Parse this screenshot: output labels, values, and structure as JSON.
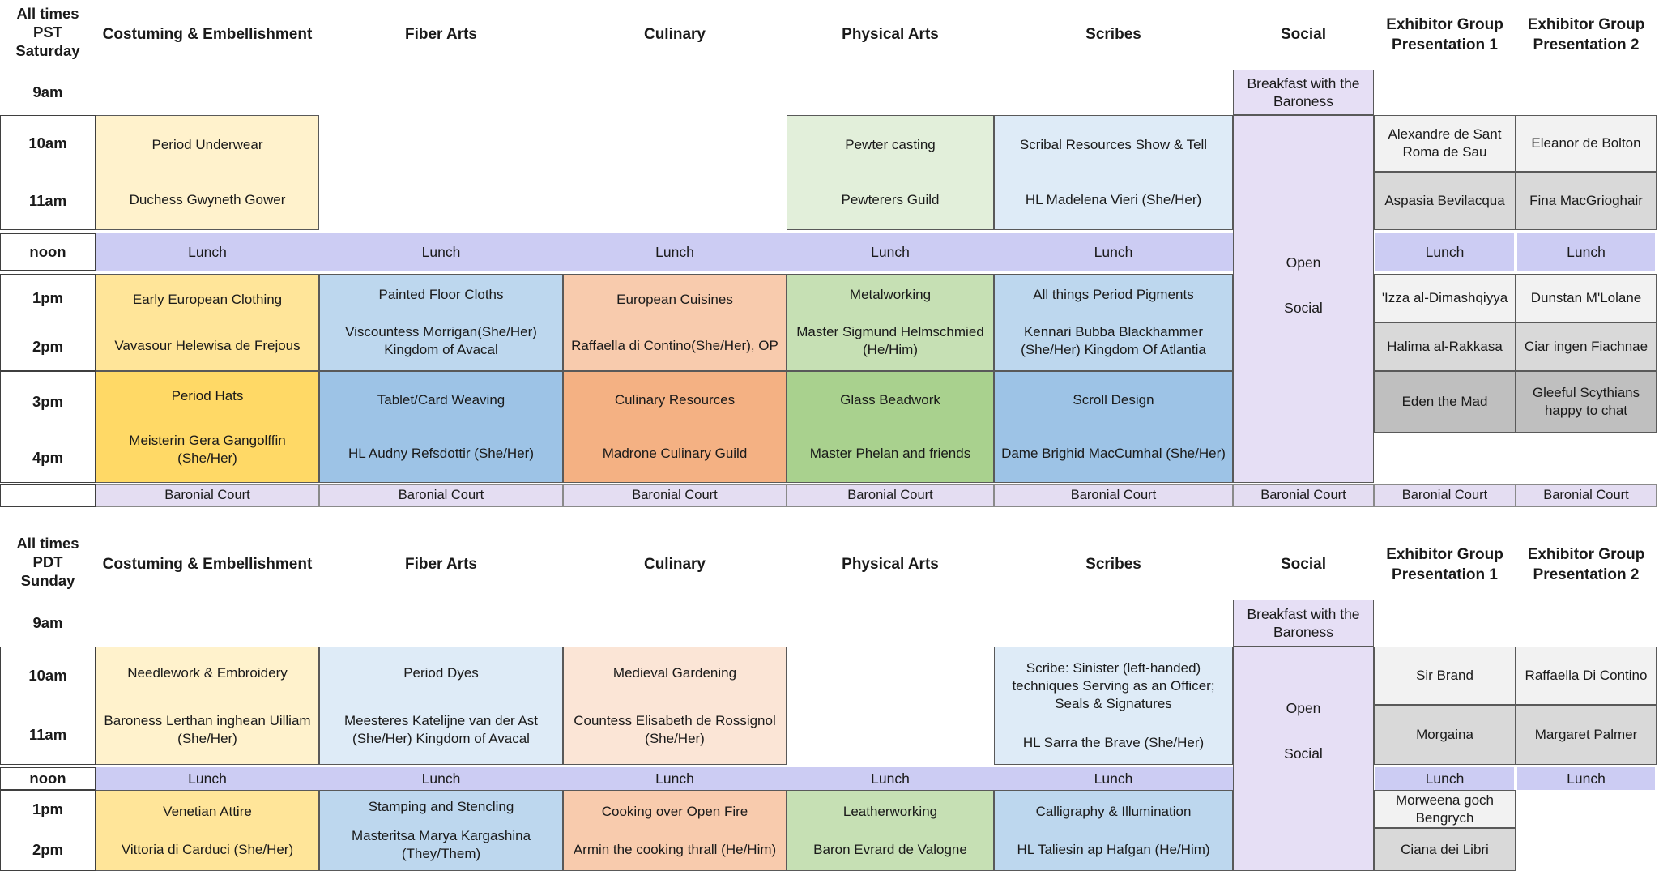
{
  "colors": {
    "lunch": "#CCCCF3",
    "social": "#E6DFF5",
    "baronial_court": "#E4DDF2",
    "exhibitor_row1": "#F2F2F2",
    "exhibitor_row2": "#D9D9D9",
    "exhibitor_row3": "#BFBFBF"
  },
  "days": [
    {
      "time_note": [
        "All times",
        "PST",
        "Saturday"
      ],
      "times": [
        "9am",
        "10am",
        "11am",
        "noon",
        "1pm",
        "2pm",
        "3pm",
        "4pm"
      ],
      "columns": [
        "Costuming & Embellishment",
        "Fiber Arts",
        "Culinary",
        "Physical Arts",
        "Scribes",
        "Social",
        "Exhibitor Group Presentation 1",
        "Exhibitor Group Presentation 2"
      ],
      "events": [
        {
          "kind": "class",
          "col": 1,
          "rows": [
            "10am",
            "11am"
          ],
          "bg": "#FFF2CC",
          "lines": [
            "Period Underwear",
            "Duchess Gwyneth Gower"
          ]
        },
        {
          "kind": "class",
          "col": 4,
          "rows": [
            "10am",
            "11am"
          ],
          "bg": "#E2EFDA",
          "lines": [
            "Pewter casting",
            "Pewterers Guild"
          ]
        },
        {
          "kind": "class",
          "col": 5,
          "rows": [
            "10am",
            "11am"
          ],
          "bg": "#DEEBF7",
          "lines": [
            "Scribal Resources Show & Tell",
            "HL Madelena Vieri (She/Her)"
          ]
        },
        {
          "kind": "breakfast",
          "col": 6,
          "rows": [
            "9am"
          ],
          "bg": "#E6DFF5",
          "lines": [
            "Breakfast with the Baroness"
          ]
        },
        {
          "kind": "social",
          "col": 6,
          "rows": [
            "10am",
            "4pm"
          ],
          "bg": "#E6DFF5",
          "lines": [
            "Open",
            "Social"
          ]
        },
        {
          "kind": "exhibitor",
          "col": 7,
          "rows": [
            "10am"
          ],
          "bg": "#F2F2F2",
          "lines": [
            "Alexandre de Sant Roma de Sau"
          ]
        },
        {
          "kind": "exhibitor",
          "col": 8,
          "rows": [
            "10am"
          ],
          "bg": "#F2F2F2",
          "lines": [
            "Eleanor de Bolton"
          ]
        },
        {
          "kind": "exhibitor",
          "col": 7,
          "rows": [
            "11am"
          ],
          "bg": "#D9D9D9",
          "lines": [
            "Aspasia Bevilacqua"
          ]
        },
        {
          "kind": "exhibitor",
          "col": 8,
          "rows": [
            "11am"
          ],
          "bg": "#D9D9D9",
          "lines": [
            "Fina MacGrioghair"
          ]
        },
        {
          "kind": "lunch",
          "col": 1,
          "rows": [
            "noon"
          ],
          "bg": "#CCCCF3",
          "lines": [
            "Lunch"
          ]
        },
        {
          "kind": "lunch",
          "col": 2,
          "rows": [
            "noon"
          ],
          "bg": "#CCCCF3",
          "lines": [
            "Lunch"
          ]
        },
        {
          "kind": "lunch",
          "col": 3,
          "rows": [
            "noon"
          ],
          "bg": "#CCCCF3",
          "lines": [
            "Lunch"
          ]
        },
        {
          "kind": "lunch",
          "col": 4,
          "rows": [
            "noon"
          ],
          "bg": "#CCCCF3",
          "lines": [
            "Lunch"
          ]
        },
        {
          "kind": "lunch",
          "col": 5,
          "rows": [
            "noon"
          ],
          "bg": "#CCCCF3",
          "lines": [
            "Lunch"
          ]
        },
        {
          "kind": "lunch",
          "col": 7,
          "rows": [
            "noon"
          ],
          "bg": "#CCCCF3",
          "lines": [
            "Lunch"
          ]
        },
        {
          "kind": "lunch",
          "col": 8,
          "rows": [
            "noon"
          ],
          "bg": "#CCCCF3",
          "lines": [
            "Lunch"
          ]
        },
        {
          "kind": "class",
          "col": 1,
          "rows": [
            "1pm",
            "2pm"
          ],
          "bg": "#FFE599",
          "lines": [
            "Early European Clothing",
            "Vavasour Helewisa de Frejous"
          ]
        },
        {
          "kind": "class",
          "col": 2,
          "rows": [
            "1pm",
            "2pm"
          ],
          "bg": "#BDD7EE",
          "lines": [
            "Painted Floor Cloths",
            "Viscountess Morrigan(She/Her) Kingdom of Avacal"
          ]
        },
        {
          "kind": "class",
          "col": 3,
          "rows": [
            "1pm",
            "2pm"
          ],
          "bg": "#F8CBAD",
          "lines": [
            "European Cuisines",
            "Raffaella di Contino(She/Her), OP"
          ]
        },
        {
          "kind": "class",
          "col": 4,
          "rows": [
            "1pm",
            "2pm"
          ],
          "bg": "#C6E0B4",
          "lines": [
            "Metalworking",
            "Master Sigmund Helmschmied (He/Him)"
          ]
        },
        {
          "kind": "class",
          "col": 5,
          "rows": [
            "1pm",
            "2pm"
          ],
          "bg": "#BDD7EE",
          "lines": [
            "All things Period Pigments",
            "Kennari Bubba Blackhammer (She/Her) Kingdom Of Atlantia"
          ]
        },
        {
          "kind": "exhibitor",
          "col": 7,
          "rows": [
            "1pm"
          ],
          "bg": "#F2F2F2",
          "lines": [
            "'Izza al-Dimashqiyya"
          ]
        },
        {
          "kind": "exhibitor",
          "col": 8,
          "rows": [
            "1pm"
          ],
          "bg": "#F2F2F2",
          "lines": [
            "Dunstan M'Lolane"
          ]
        },
        {
          "kind": "exhibitor",
          "col": 7,
          "rows": [
            "2pm"
          ],
          "bg": "#D9D9D9",
          "lines": [
            "Halima al-Rakkasa"
          ]
        },
        {
          "kind": "exhibitor",
          "col": 8,
          "rows": [
            "2pm"
          ],
          "bg": "#D9D9D9",
          "lines": [
            "Ciar ingen Fiachnae"
          ]
        },
        {
          "kind": "class",
          "col": 1,
          "rows": [
            "3pm",
            "4pm"
          ],
          "bg": "#FFD966",
          "lines": [
            "Period Hats",
            "Meisterin Gera Gangolffin (She/Her)"
          ]
        },
        {
          "kind": "class",
          "col": 2,
          "rows": [
            "3pm",
            "4pm"
          ],
          "bg": "#9DC3E6",
          "lines": [
            "Tablet/Card Weaving",
            "HL Audny Refsdottir (She/Her)"
          ]
        },
        {
          "kind": "class",
          "col": 3,
          "rows": [
            "3pm",
            "4pm"
          ],
          "bg": "#F4B183",
          "lines": [
            "Culinary Resources",
            "Madrone Culinary Guild"
          ]
        },
        {
          "kind": "class",
          "col": 4,
          "rows": [
            "3pm",
            "4pm"
          ],
          "bg": "#A9D18E",
          "lines": [
            "Glass Beadwork",
            "Master Phelan and friends"
          ]
        },
        {
          "kind": "class",
          "col": 5,
          "rows": [
            "3pm",
            "4pm"
          ],
          "bg": "#9DC3E6",
          "lines": [
            "Scroll Design",
            "Dame Brighid MacCumhal (She/Her)"
          ]
        },
        {
          "kind": "exhibitor",
          "col": 7,
          "rows": [
            "3pm"
          ],
          "bg": "#BFBFBF",
          "lines": [
            "Eden the Mad"
          ]
        },
        {
          "kind": "exhibitor",
          "col": 8,
          "rows": [
            "3pm"
          ],
          "bg": "#BFBFBF",
          "lines": [
            "Gleeful Scythians happy to chat"
          ]
        },
        {
          "kind": "court",
          "col": 1,
          "rows": [
            "baronial"
          ],
          "bg": "#E4DDF2",
          "lines": [
            "Baronial Court"
          ]
        },
        {
          "kind": "court",
          "col": 2,
          "rows": [
            "baronial"
          ],
          "bg": "#E4DDF2",
          "lines": [
            "Baronial Court"
          ]
        },
        {
          "kind": "court",
          "col": 3,
          "rows": [
            "baronial"
          ],
          "bg": "#E4DDF2",
          "lines": [
            "Baronial Court"
          ]
        },
        {
          "kind": "court",
          "col": 4,
          "rows": [
            "baronial"
          ],
          "bg": "#E4DDF2",
          "lines": [
            "Baronial Court"
          ]
        },
        {
          "kind": "court",
          "col": 5,
          "rows": [
            "baronial"
          ],
          "bg": "#E4DDF2",
          "lines": [
            "Baronial Court"
          ]
        },
        {
          "kind": "court",
          "col": 6,
          "rows": [
            "baronial"
          ],
          "bg": "#E4DDF2",
          "lines": [
            "Baronial Court"
          ]
        },
        {
          "kind": "court",
          "col": 7,
          "rows": [
            "baronial"
          ],
          "bg": "#E4DDF2",
          "lines": [
            "Baronial Court"
          ]
        },
        {
          "kind": "court",
          "col": 8,
          "rows": [
            "baronial"
          ],
          "bg": "#E4DDF2",
          "lines": [
            "Baronial Court"
          ]
        }
      ]
    },
    {
      "time_note": [
        "All times",
        "PDT",
        "Sunday"
      ],
      "times": [
        "9am",
        "10am",
        "11am",
        "noon",
        "1pm",
        "2pm"
      ],
      "columns": [
        "Costuming & Embellishment",
        "Fiber Arts",
        "Culinary",
        "Physical Arts",
        "Scribes",
        "Social",
        "Exhibitor Group Presentation 1",
        "Exhibitor Group Presentation 2"
      ],
      "events": [
        {
          "kind": "class",
          "col": 1,
          "rows": [
            "10am",
            "11am"
          ],
          "bg": "#FFF2CC",
          "lines": [
            "Needlework & Embroidery",
            "Baroness Lerthan inghean Uilliam (She/Her)"
          ]
        },
        {
          "kind": "class",
          "col": 2,
          "rows": [
            "10am",
            "11am"
          ],
          "bg": "#DEEBF7",
          "lines": [
            "Period Dyes",
            "Meesteres Katelijne van der Ast (She/Her) Kingdom of Avacal"
          ]
        },
        {
          "kind": "class",
          "col": 3,
          "rows": [
            "10am",
            "11am"
          ],
          "bg": "#FBE5D6",
          "lines": [
            "Medieval Gardening",
            "Countess Elisabeth de Rossignol (She/Her)"
          ]
        },
        {
          "kind": "class",
          "col": 5,
          "rows": [
            "10am",
            "11am"
          ],
          "bg": "#DEEBF7",
          "lines": [
            "Scribe: Sinister (left-handed) techniques Serving as an Officer; Seals & Signatures",
            "HL Sarra the Brave (She/Her)"
          ]
        },
        {
          "kind": "breakfast",
          "col": 6,
          "rows": [
            "9am"
          ],
          "bg": "#E6DFF5",
          "lines": [
            "Breakfast with the Baroness"
          ]
        },
        {
          "kind": "social",
          "col": 6,
          "rows": [
            "10am",
            "2pm"
          ],
          "bg": "#E6DFF5",
          "lines": [
            "Open",
            "Social"
          ]
        },
        {
          "kind": "exhibitor",
          "col": 7,
          "rows": [
            "10am"
          ],
          "bg": "#F2F2F2",
          "lines": [
            "Sir Brand"
          ]
        },
        {
          "kind": "exhibitor",
          "col": 8,
          "rows": [
            "10am"
          ],
          "bg": "#F2F2F2",
          "lines": [
            "Raffaella Di Contino"
          ]
        },
        {
          "kind": "exhibitor",
          "col": 7,
          "rows": [
            "11am"
          ],
          "bg": "#D9D9D9",
          "lines": [
            "Morgaina"
          ]
        },
        {
          "kind": "exhibitor",
          "col": 8,
          "rows": [
            "11am"
          ],
          "bg": "#D9D9D9",
          "lines": [
            "Margaret Palmer"
          ]
        },
        {
          "kind": "lunch",
          "col": 1,
          "rows": [
            "noon"
          ],
          "bg": "#CCCCF3",
          "lines": [
            "Lunch"
          ]
        },
        {
          "kind": "lunch",
          "col": 2,
          "rows": [
            "noon"
          ],
          "bg": "#CCCCF3",
          "lines": [
            "Lunch"
          ]
        },
        {
          "kind": "lunch",
          "col": 3,
          "rows": [
            "noon"
          ],
          "bg": "#CCCCF3",
          "lines": [
            "Lunch"
          ]
        },
        {
          "kind": "lunch",
          "col": 4,
          "rows": [
            "noon"
          ],
          "bg": "#CCCCF3",
          "lines": [
            "Lunch"
          ]
        },
        {
          "kind": "lunch",
          "col": 5,
          "rows": [
            "noon"
          ],
          "bg": "#CCCCF3",
          "lines": [
            "Lunch"
          ]
        },
        {
          "kind": "lunch",
          "col": 7,
          "rows": [
            "noon"
          ],
          "bg": "#CCCCF3",
          "lines": [
            "Lunch"
          ]
        },
        {
          "kind": "lunch",
          "col": 8,
          "rows": [
            "noon"
          ],
          "bg": "#CCCCF3",
          "lines": [
            "Lunch"
          ]
        },
        {
          "kind": "class",
          "col": 1,
          "rows": [
            "1pm",
            "2pm"
          ],
          "bg": "#FFE599",
          "lines": [
            "Venetian Attire",
            "Vittoria di Carduci (She/Her)"
          ]
        },
        {
          "kind": "class",
          "col": 2,
          "rows": [
            "1pm",
            "2pm"
          ],
          "bg": "#BDD7EE",
          "lines": [
            "Stamping and Stencling",
            "Masteritsa Marya Kargashina (They/Them)"
          ]
        },
        {
          "kind": "class",
          "col": 3,
          "rows": [
            "1pm",
            "2pm"
          ],
          "bg": "#F8CBAD",
          "lines": [
            "Cooking over Open Fire",
            "Armin the cooking thrall (He/Him)"
          ]
        },
        {
          "kind": "class",
          "col": 4,
          "rows": [
            "1pm",
            "2pm"
          ],
          "bg": "#C6E0B4",
          "lines": [
            "Leatherworking",
            "Baron Evrard de Valogne"
          ]
        },
        {
          "kind": "class",
          "col": 5,
          "rows": [
            "1pm",
            "2pm"
          ],
          "bg": "#BDD7EE",
          "lines": [
            "Calligraphy & Illumination",
            "HL Taliesin ap Hafgan (He/Him)"
          ]
        },
        {
          "kind": "exhibitor",
          "col": 7,
          "rows": [
            "1pm"
          ],
          "bg": "#F2F2F2",
          "lines": [
            "Morweena goch Bengrych"
          ]
        },
        {
          "kind": "exhibitor",
          "col": 7,
          "rows": [
            "2pm"
          ],
          "bg": "#D9D9D9",
          "lines": [
            "Ciana dei Libri"
          ]
        }
      ]
    }
  ]
}
